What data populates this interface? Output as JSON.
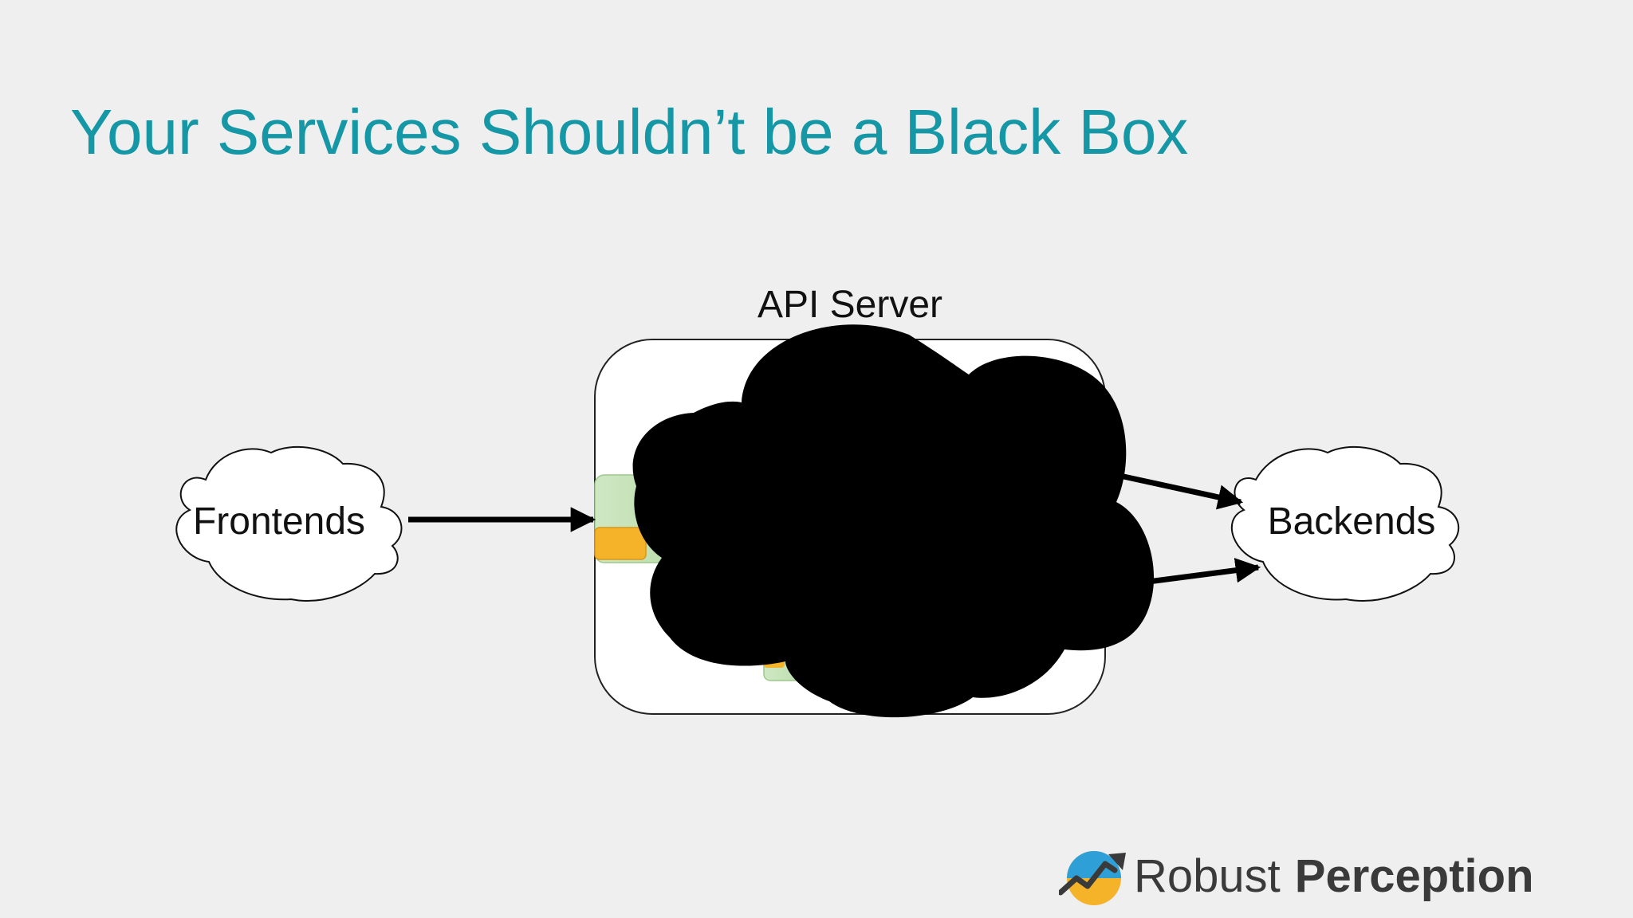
{
  "slide": {
    "title": "Your Services Shouldn’t be a Black Box"
  },
  "diagram": {
    "server_label": "API Server",
    "left_cloud_label": "Frontends",
    "right_cloud_label": "Backends"
  },
  "colors": {
    "title": "#1597a6",
    "background": "#efefef",
    "blackout_cloud": "#000000",
    "green_block": "#cfe8c4",
    "orange_block": "#f5b32a"
  },
  "branding": {
    "word_1": "Robust",
    "word_2": "Perception",
    "logo_icon": "rising-chart-icon"
  }
}
